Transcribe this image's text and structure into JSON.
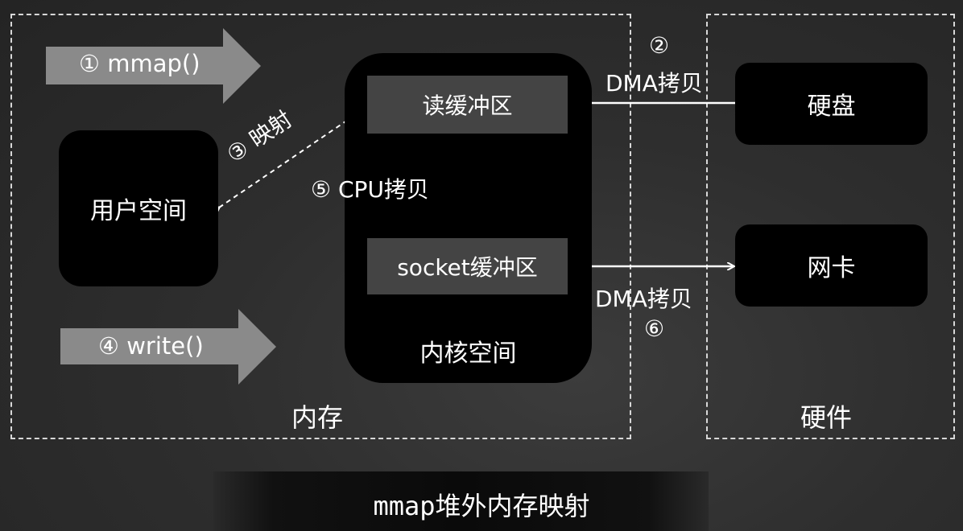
{
  "diagram": {
    "user_space": "用户空间",
    "read_buffer": "读缓冲区",
    "socket_buffer": "socket缓冲区",
    "kernel_space": "内核空间",
    "disk": "硬盘",
    "nic": "网卡",
    "memory_region": "内存",
    "hardware_region": "硬件",
    "step1": "① mmap()",
    "step2_num": "②",
    "step2_text": "DMA拷贝",
    "step3": "③ 映射",
    "step4": "④  write()",
    "step5": "⑤ CPU拷贝",
    "step6_text": "DMA拷贝",
    "step6_num": "⑥"
  },
  "footer": {
    "title": "mmap堆外内存映射"
  },
  "colors": {
    "background": "#2e2e2e",
    "block": "#000000",
    "buffer": "#444444",
    "arrow_fill": "#8a8a8a",
    "border": "#d8d8d8"
  }
}
